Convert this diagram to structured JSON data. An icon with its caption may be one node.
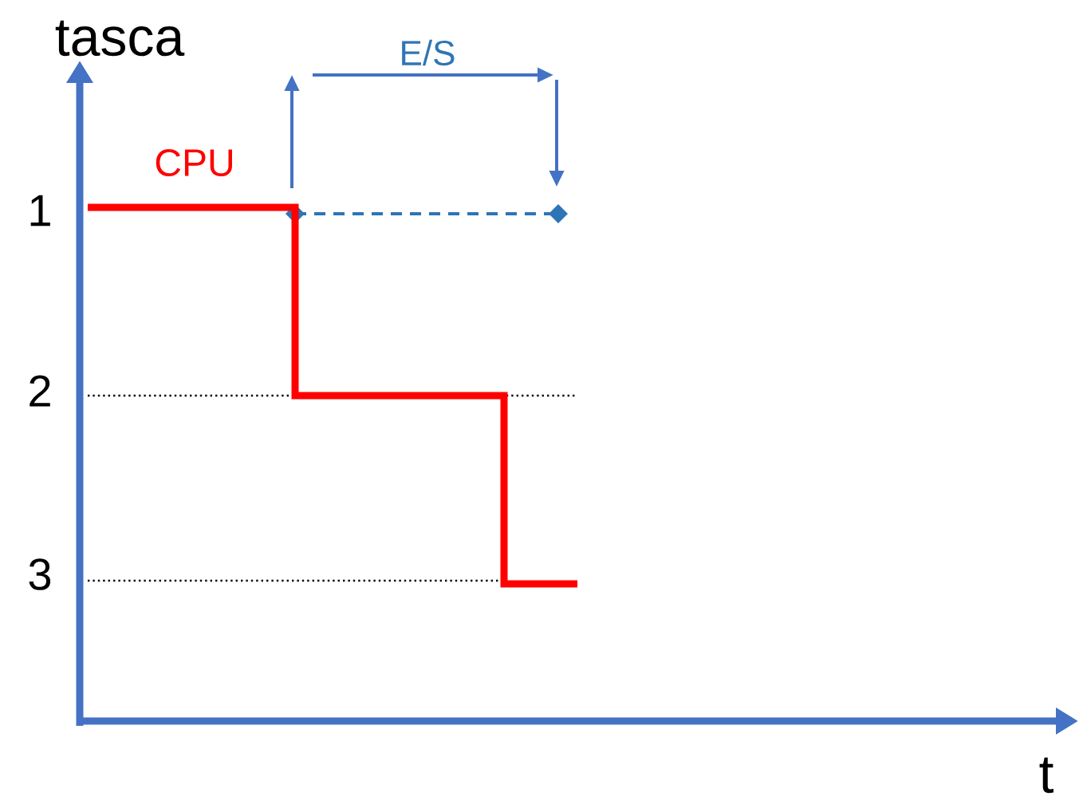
{
  "diagram": {
    "labels": [
      "tasca",
      "E/S",
      "CPU",
      "1",
      "2",
      "3",
      "t"
    ]
  }
}
